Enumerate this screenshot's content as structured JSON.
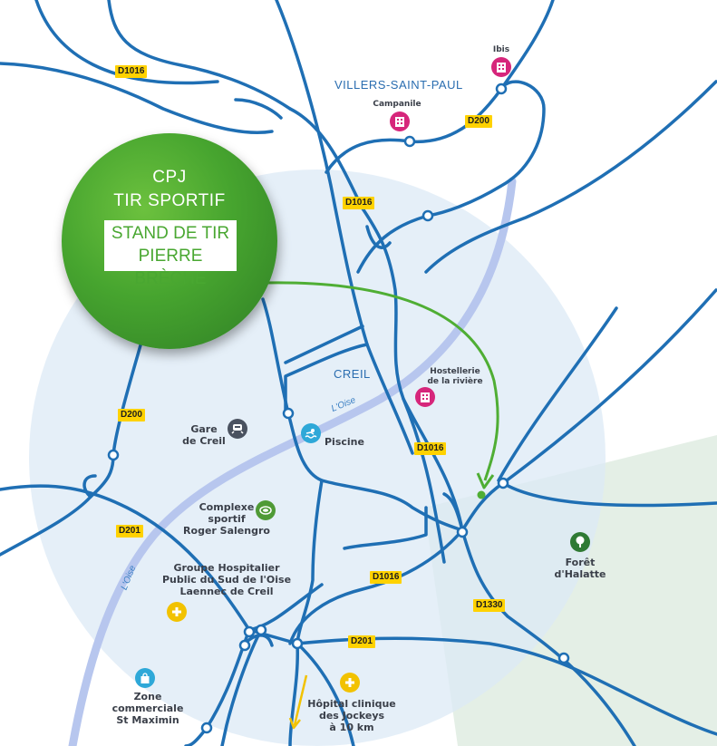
{
  "badge": {
    "line1": "CPJ",
    "line2": "TIR SPORTIF",
    "box_line1": "STAND DE TIR",
    "box_line2": "PIERRE BRÈCHE"
  },
  "places": {
    "villers": "VILLERS-SAINT-PAUL",
    "creil": "CREIL"
  },
  "roads": {
    "d1016_a": "D1016",
    "d1016_b": "D1016",
    "d1016_c": "D1016",
    "d1016_d": "D1016",
    "d200_a": "D200",
    "d200_b": "D200",
    "d201_a": "D201",
    "d201_b": "D201",
    "d1330": "D1330"
  },
  "rivers": {
    "oise_a": "L'Oise",
    "oise_b": "L'Oise"
  },
  "pois": {
    "ibis": "Ibis",
    "campanile": "Campanile",
    "hostellerie_l1": "Hostellerie",
    "hostellerie_l2": "de la rivière",
    "gare_l1": "Gare",
    "gare_l2": "de Creil",
    "piscine": "Piscine",
    "complexe_l1": "Complexe",
    "complexe_l2": "sportif",
    "complexe_l3": "Roger Salengro",
    "hopital_l1": "Groupe Hospitalier",
    "hopital_l2": "Public du Sud de l'Oise",
    "hopital_l3": "Laennec de Creil",
    "foret_l1": "Forêt",
    "foret_l2": "d'Halatte",
    "zone_l1": "Zone",
    "zone_l2": "commerciale",
    "zone_l3": "St Maximin",
    "clinique_l1": "Hôpital clinique",
    "clinique_l2": "des Jockeys",
    "clinique_l3": "à 10 km"
  },
  "colors": {
    "road": "#1f6fb4",
    "river": "#b9c8ee",
    "zone": "#dbe9f5",
    "forest": "#e3efe4",
    "accent_green": "#49a731",
    "road_badge": "#ffd200",
    "arrow_yellow": "#f2c200"
  },
  "icons": {
    "hotel": "hotel-icon",
    "train": "train-icon",
    "pool": "swimmer-icon",
    "stadium": "stadium-icon",
    "hospital": "cross-icon",
    "shop": "shopping-bag-icon",
    "tree": "tree-icon"
  }
}
